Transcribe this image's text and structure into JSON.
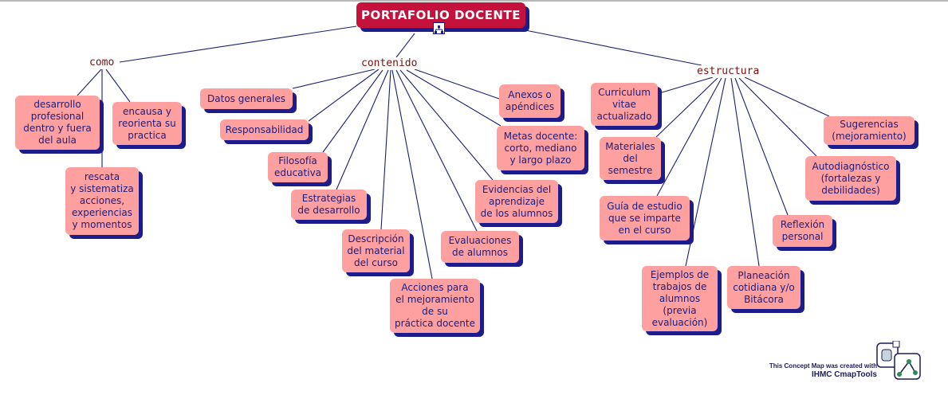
{
  "map": {
    "root_title": "PORTAFOLIO DOCENTE",
    "linking_phrases": {
      "como": "como",
      "contenido": "contenido",
      "estructura": "estructura"
    },
    "concepts": {
      "desarrollo_profesional": "desarrollo\nprofesional\ndentro y fuera\ndel aula",
      "rescata": "rescata\ny sistematiza\nacciones,\nexperiencias\ny momentos",
      "encausa": "encausa y\nreorienta su\npractica",
      "datos_generales": "Datos generales",
      "responsabilidad": "Responsabilidad",
      "filosofia": "Filosofía\neducativa",
      "estrategias": "Estrategias\nde desarrollo",
      "descripcion": "Descripción\ndel material\ndel curso",
      "acciones": "Acciones para\nel mejoramiento\nde su\npráctica docente",
      "evaluaciones": "Evaluaciones\nde alumnos",
      "evidencias": "Evidencias del\naprendizaje\nde los alumnos",
      "metas": "Metas docente:\ncorto, mediano\ny largo plazo",
      "anexos": "Anexos o\napéndices",
      "curriculum": "Curriculum\nvitae\nactualizado",
      "materiales": "Materiales\ndel\nsemestre",
      "guia": "Guía de estudio\nque se imparte\nen el curso",
      "ejemplos": "Ejemplos de\ntrabajos de\nalumnos\n(previa\nevaluación)",
      "planeacion": "Planeación\ncotidiana y/o\nBitácora",
      "reflexion": "Reflexión\npersonal",
      "autodiagnostico": "Autodiagnóstico\n(fortalezas y\ndebilidades)",
      "sugerencias": "Sugerencias\n(mejoramiento)"
    }
  },
  "footer": {
    "credit_line1": "This Concept Map was created with",
    "credit_line2": "IHMC CmapTools",
    "logo_icon": "cmaptools-logo-icon"
  },
  "colors": {
    "root_fill": "#c4123c",
    "concept_fill": "#ffa0a0",
    "shadow": "#1c1c8c",
    "concept_text": "#1d1d7a",
    "linking_text": "#7a1010",
    "link_line": "#1a1f6e"
  }
}
